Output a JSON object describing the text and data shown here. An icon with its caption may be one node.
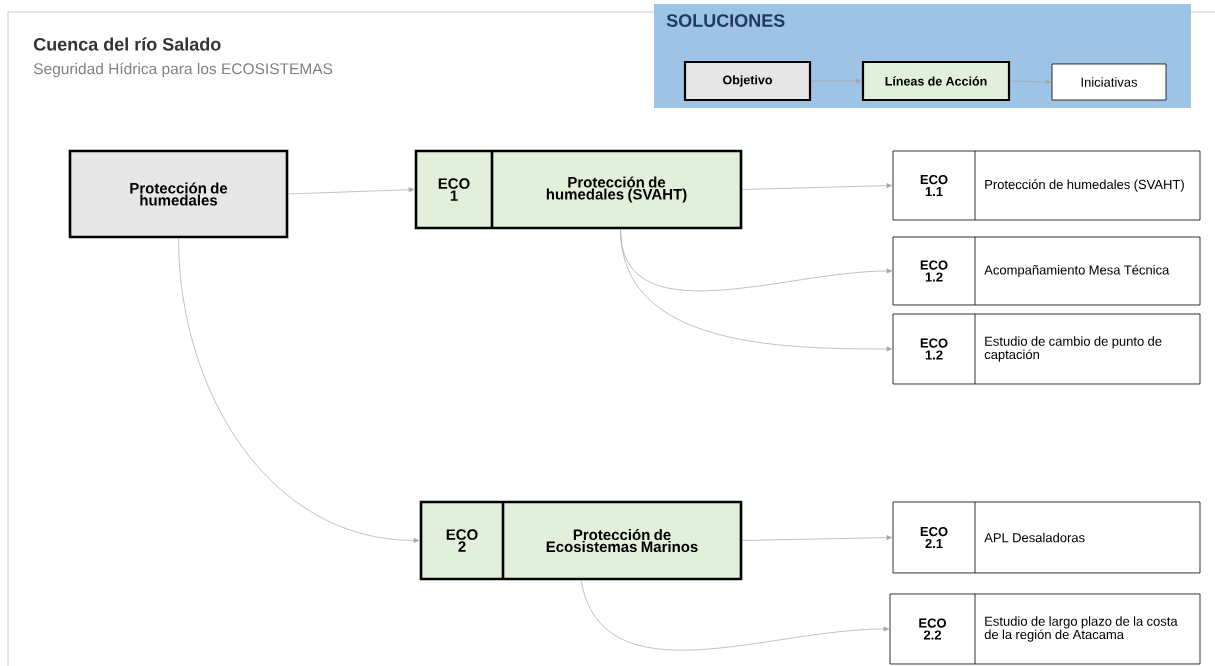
{
  "diagram": {
    "title": "Cuenca del río Salado",
    "nodes": [
      {
        "text": [
          "SOLUCIONES"
        ]
      },
      {
        "text": [
          "Objetivo"
        ],
        "in": 0
      },
      {
        "text": [
          "Líneas de Acción"
        ],
        "in": 0
      },
      {
        "text": [
          "Iniciativas"
        ],
        "in": 0
      },
      {
        "text": [
          "Protección de humedales"
        ]
      },
      {
        "text": [
          "ECO 1",
          "Protección de humedales (SVAHT)"
        ]
      },
      {
        "text": [
          "ECO 1.1",
          "Protección de humedales (SVAHT)"
        ]
      },
      {
        "text": [
          "ECO 1.2",
          "Acompañamiento Mesa Técnica"
        ]
      },
      {
        "text": [
          "ECO 1.2",
          "Estudio de cambio de punto de captación"
        ]
      },
      {
        "text": [
          "ECO 2",
          "Protección de Ecosistemas Marinos"
        ]
      },
      {
        "text": [
          "ECO 2.1",
          "APL Desaladoras"
        ]
      },
      {
        "text": [
          "ECO 2.2",
          "Estudio de largo plazo de la costa de la región de Atacama"
        ]
      }
    ],
    "edges": [
      {
        "from": 1,
        "to": 2,
        "arrow": "to"
      },
      {
        "from": 2,
        "to": 3,
        "arrow": "to"
      },
      {
        "from": 4,
        "to": 5,
        "arrow": "to"
      },
      {
        "from": 4,
        "to": 9,
        "arrow": "to"
      },
      {
        "from": 5,
        "to": 6,
        "arrow": "to"
      },
      {
        "from": 5,
        "to": 7,
        "arrow": "to"
      },
      {
        "from": 5,
        "to": 8,
        "arrow": "to"
      },
      {
        "from": 9,
        "to": 10,
        "arrow": "to"
      },
      {
        "from": 9,
        "to": 11,
        "arrow": "to"
      }
    ],
    "labels": [
      "Seguridad Hídrica para los ECOSISTEMAS"
    ]
  }
}
